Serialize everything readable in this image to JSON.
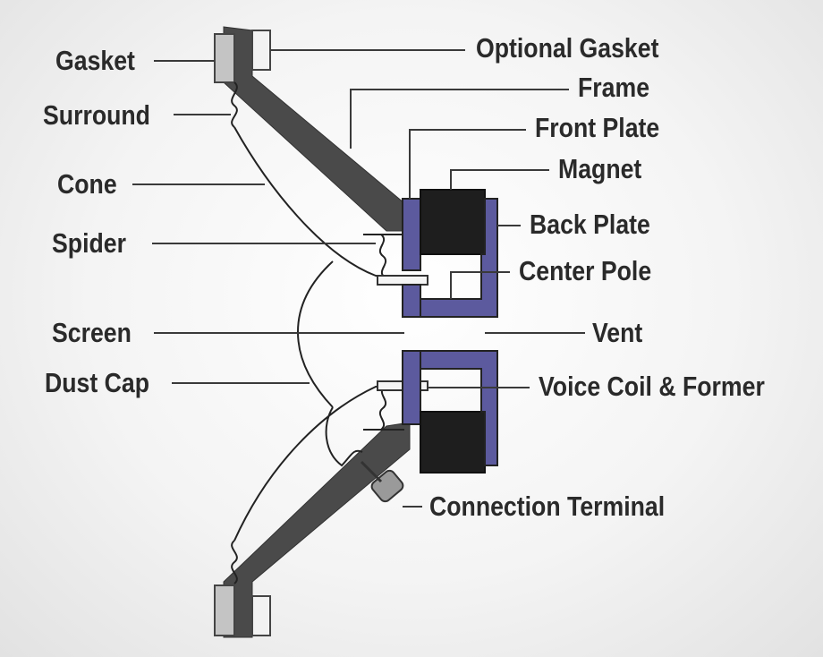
{
  "labels": {
    "gasket": "Gasket",
    "surround": "Surround",
    "cone": "Cone",
    "spider": "Spider",
    "screen": "Screen",
    "dust_cap": "Dust Cap",
    "optional_gasket": "Optional Gasket",
    "frame": "Frame",
    "front_plate": "Front Plate",
    "magnet": "Magnet",
    "back_plate": "Back Plate",
    "center_pole": "Center Pole",
    "vent": "Vent",
    "voice_coil_former": "Voice Coil & Former",
    "connection_terminal": "Connection Terminal"
  },
  "colors": {
    "frame": "#4a4a4a",
    "plates": "#5c5a9e",
    "magnet": "#1e1e1e",
    "gasket": "#c8c8c8",
    "leader": "#3a3a3a",
    "label_text": "#2a2a2a"
  }
}
